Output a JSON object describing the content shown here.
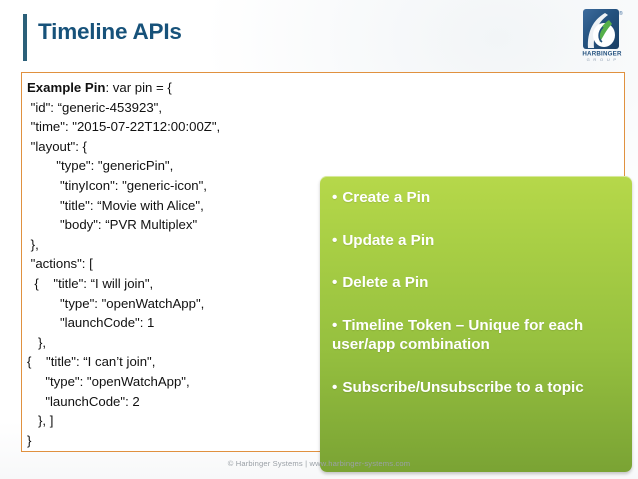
{
  "header": {
    "title": "Timeline APIs",
    "logo": {
      "name": "harbinger-group-logo",
      "wordmark": "HARBINGER",
      "subwordmark": "G R O U P",
      "registered_mark": "®"
    }
  },
  "content": {
    "code": {
      "label_bold": "Example Pin",
      "lines": [
        {
          "bold": "Example Pin",
          "rest": ": var pin = {"
        },
        {
          "bold": "",
          "rest": " \"id\": “generic-453923\","
        },
        {
          "bold": "",
          "rest": " \"time\": \"2015-07-22T12:00:00Z\","
        },
        {
          "bold": "",
          "rest": " \"layout\": {"
        },
        {
          "bold": "",
          "rest": "        \"type\": \"genericPin\","
        },
        {
          "bold": "",
          "rest": "         \"tinyIcon\": \"generic-icon\","
        },
        {
          "bold": "",
          "rest": "         \"title\": “Movie with Alice\","
        },
        {
          "bold": "",
          "rest": "         \"body\": “PVR Multiplex\""
        },
        {
          "bold": "",
          "rest": " },"
        },
        {
          "bold": "",
          "rest": " \"actions\": ["
        },
        {
          "bold": "",
          "rest": "  {    \"title\": “I will join\","
        },
        {
          "bold": "",
          "rest": "         \"type\": \"openWatchApp\","
        },
        {
          "bold": "",
          "rest": "         \"launchCode\": 1"
        },
        {
          "bold": "",
          "rest": "   },"
        },
        {
          "bold": "",
          "rest": "{    \"title\": “I can’t join\","
        },
        {
          "bold": "",
          "rest": "     \"type\": \"openWatchApp\","
        },
        {
          "bold": "",
          "rest": "     \"launchCode\": 2"
        },
        {
          "bold": "",
          "rest": "   }, ]"
        },
        {
          "bold": "",
          "rest": "}"
        }
      ]
    },
    "bullets": [
      {
        "marker": "•",
        "text": "Create a Pin"
      },
      {
        "marker": "•",
        "text": "Update a Pin"
      },
      {
        "marker": "•",
        "text": "Delete a Pin"
      },
      {
        "marker": "•",
        "text": "Timeline Token – Unique for each user/app combination"
      },
      {
        "marker": "•",
        "text": "Subscribe/Unsubscribe to a topic"
      }
    ]
  },
  "footer": {
    "text": "© Harbinger Systems | www.harbinger-systems.com"
  },
  "colors": {
    "title": "#17527a",
    "title_bar": "#2b6079",
    "box_border": "#e0913f",
    "green_top": "#b6d84a",
    "green_bottom": "#7aa334",
    "bullet_text": "#ffffff",
    "footer_text": "#9aa0a6",
    "code_text": "#111111"
  }
}
